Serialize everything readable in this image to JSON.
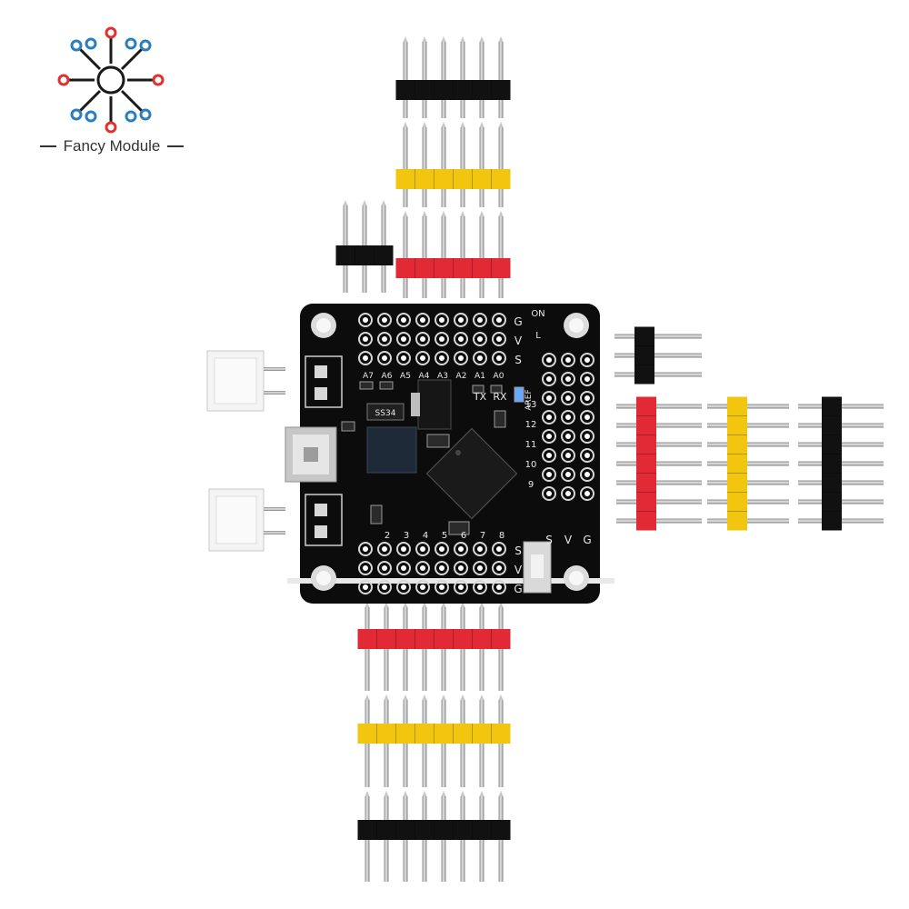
{
  "brand": {
    "name": "Fancy Module",
    "logo_colors": {
      "red": "#e03030",
      "blue": "#2a7fc0"
    }
  },
  "board": {
    "color": "#0c0c0c",
    "top_labels": [
      "A7",
      "A6",
      "A5",
      "A4",
      "A3",
      "A2",
      "A1",
      "A0"
    ],
    "bottom_labels": [
      "2",
      "3",
      "4",
      "5",
      "6",
      "7",
      "8"
    ],
    "right_labels": [
      "13",
      "12",
      "11",
      "10",
      "9"
    ],
    "svg_top": [
      "G",
      "V",
      "S"
    ],
    "svg_bottom": [
      "S",
      "V",
      "G"
    ],
    "svg_right": [
      "S",
      "V",
      "G"
    ],
    "leds": [
      "ON",
      "L"
    ],
    "serial": [
      "TX",
      "RX"
    ],
    "aref": "AREF",
    "chip_marking": "SS34"
  },
  "headers": {
    "colors": {
      "black": "#111111",
      "yellow": "#f2c50f",
      "red": "#e12a36",
      "pin": "#b8b8b8"
    }
  }
}
